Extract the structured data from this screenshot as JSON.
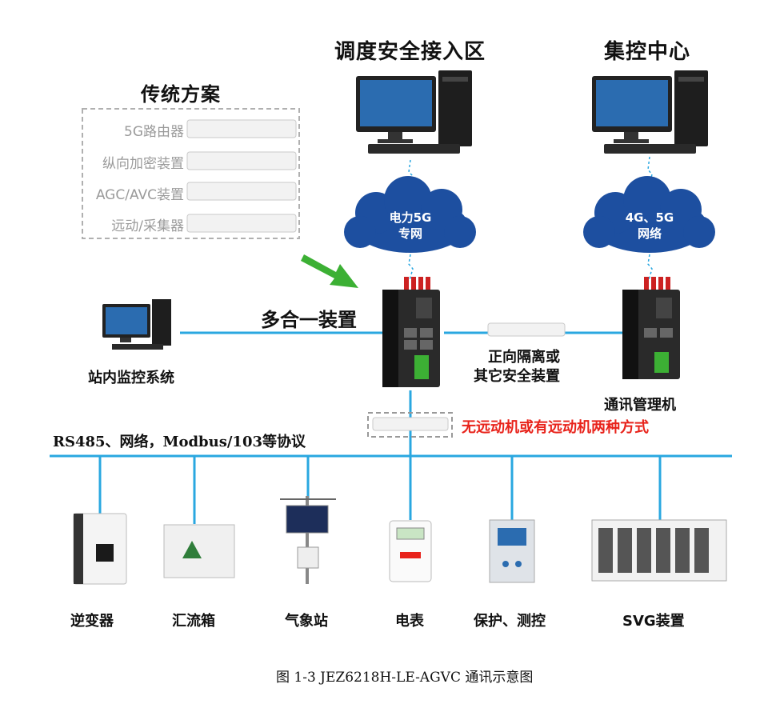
{
  "titles": {
    "dispatch": "调度安全接入区",
    "control_center": "集控中心",
    "traditional": "传统方案"
  },
  "traditional_items": [
    "5G路由器",
    "纵向加密装置",
    "AGC/AVC装置",
    "远动/采集器"
  ],
  "clouds": {
    "left": [
      "电力5G",
      "专网"
    ],
    "right": [
      "4G、5G",
      "网络"
    ]
  },
  "labels": {
    "all_in_one": "多合一装置",
    "station_monitor": "站内监控系统",
    "isolation_line1": "正向隔离或",
    "isolation_line2": "其它安全装置",
    "comm_manager": "通讯管理机",
    "modes": "无远动机或有远动机两种方式",
    "protocols": "RS485、网络，Modbus/103等协议"
  },
  "devices": [
    "逆变器",
    "汇流箱",
    "气象站",
    "电表",
    "保护、测控",
    "SVG装置"
  ],
  "caption": "图 1-3 JEZ6218H-LE-AGVC 通讯示意图",
  "colors": {
    "line": "#2aa7e0",
    "cloud": "#1d4fa0",
    "red_text": "#e8231b",
    "arrow": "#3cb034",
    "gray_text": "#9a9a9a"
  }
}
